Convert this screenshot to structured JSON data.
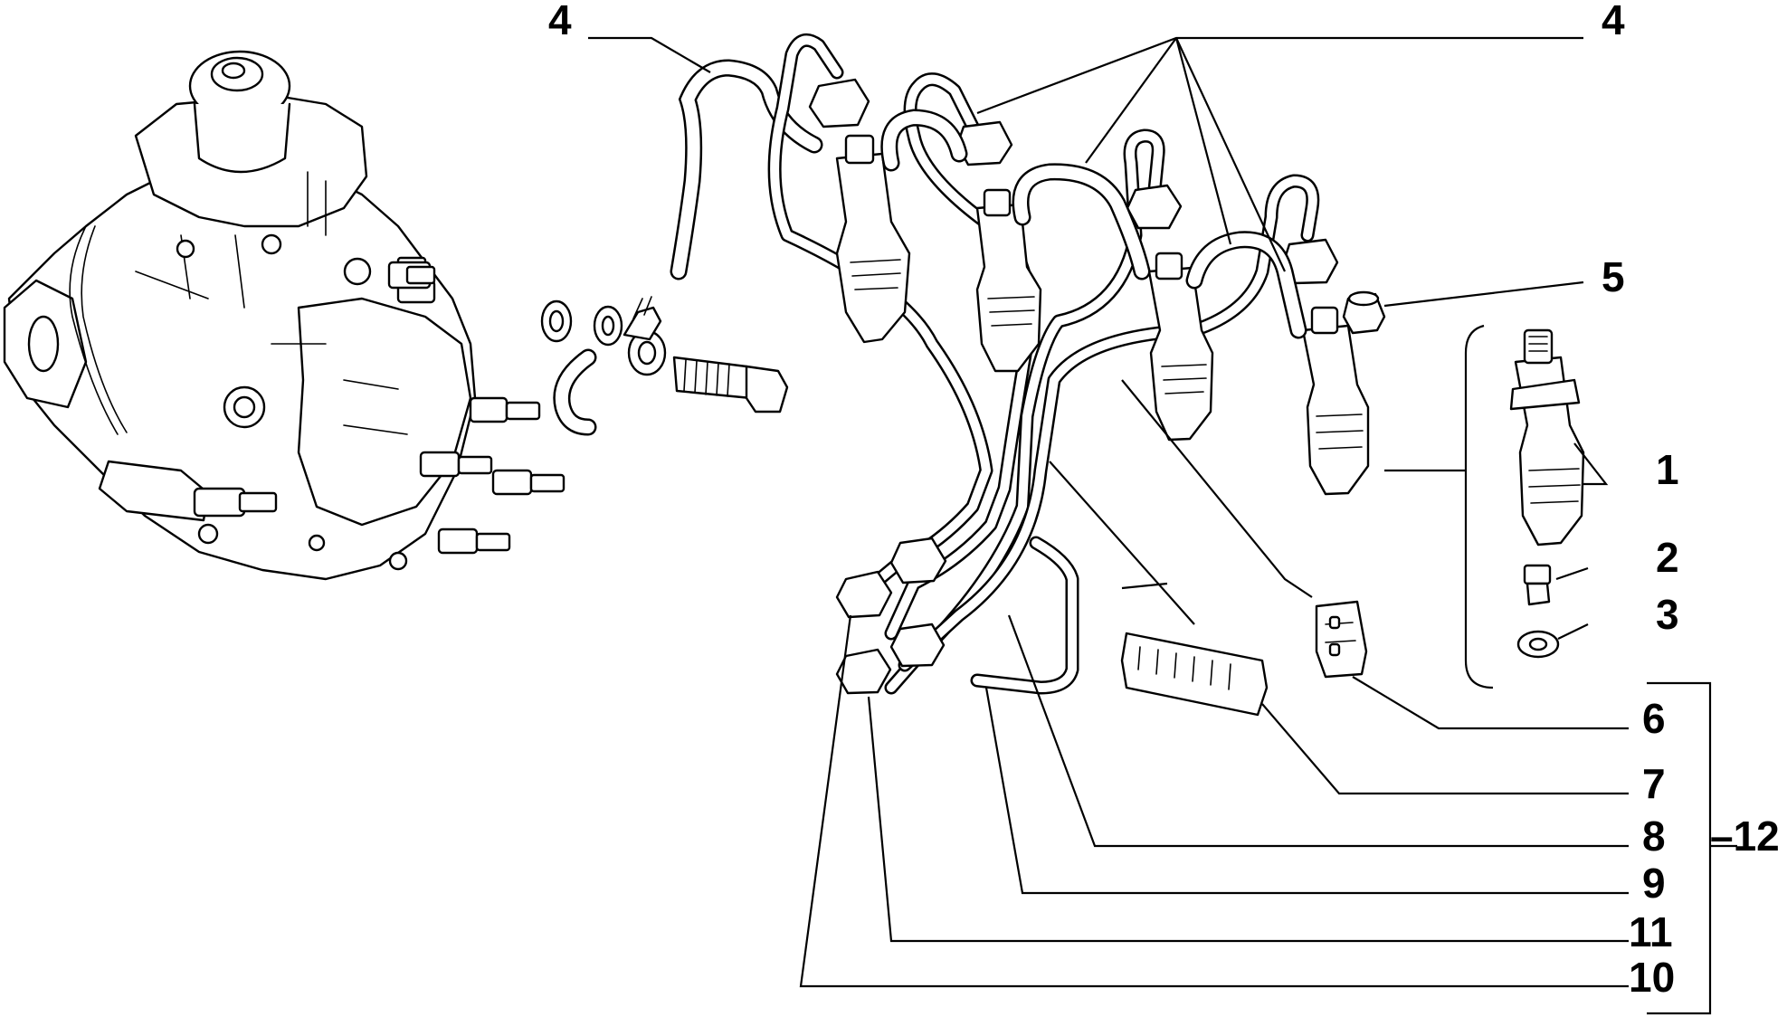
{
  "callouts": {
    "c4a": "4",
    "c4b": "4",
    "c5": "5",
    "c1": "1",
    "c2": "2",
    "c3": "3",
    "c6": "6",
    "c7": "7",
    "c8": "8",
    "c9": "9",
    "c11": "11",
    "c10": "10",
    "c12": "–12"
  }
}
